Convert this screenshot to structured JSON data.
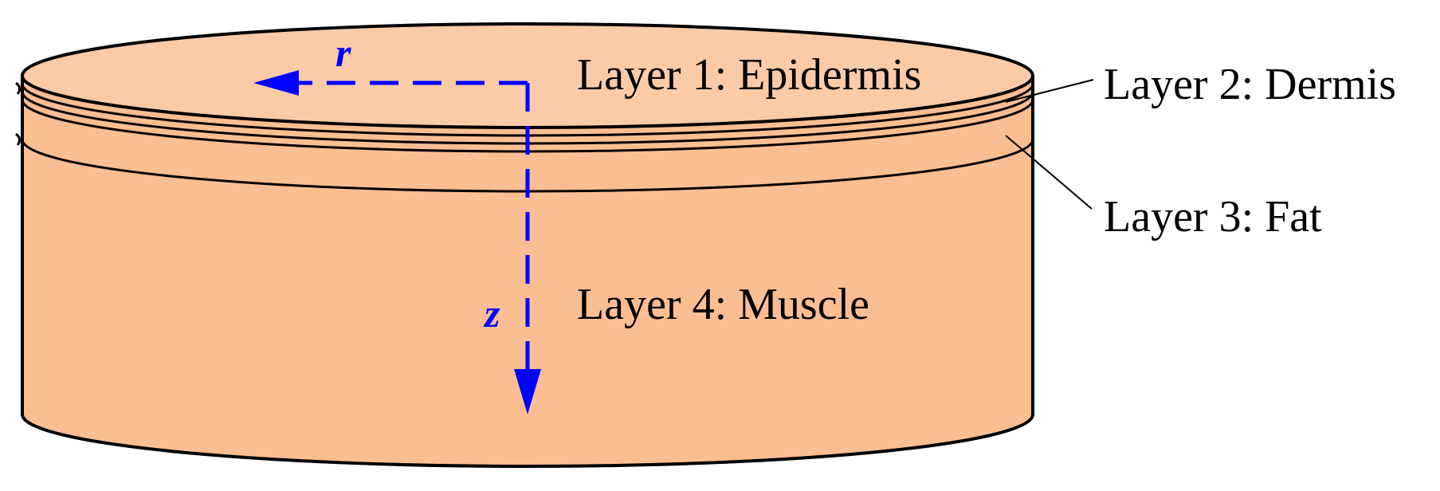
{
  "labels": {
    "layer1": "Layer 1: Epidermis",
    "layer2": "Layer 2: Dermis",
    "layer3": "Layer 3: Fat",
    "layer4": "Layer 4: Muscle"
  },
  "axes": {
    "r": "r",
    "z": "z"
  },
  "colors": {
    "top_surface": "#FBCBA8",
    "side_body": "#FBBE92",
    "outline": "#000000",
    "axis": "#0000FF",
    "leader": "#000000"
  }
}
